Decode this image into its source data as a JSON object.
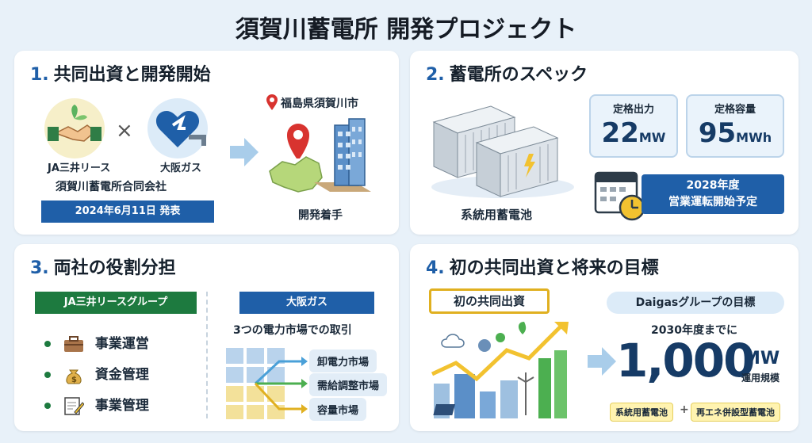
{
  "title": "須賀川蓄電所 開発プロジェクト",
  "section1": {
    "num": "1.",
    "title": "共同出資と開発開始",
    "partner_a": "JA三井リース",
    "partner_b": "大阪ガス",
    "times": "×",
    "company": "須賀川蓄電所合同会社",
    "announce": "2024年6月11日 発表",
    "location": "福島県須賀川市",
    "start": "開発着手"
  },
  "section2": {
    "num": "2.",
    "title": "蓄電所のスペック",
    "battery_label": "系統用蓄電池",
    "output_label": "定格出力",
    "output_value": "22",
    "output_unit": "MW",
    "capacity_label": "定格容量",
    "capacity_value": "95",
    "capacity_unit": "MWh",
    "schedule_line1": "2028年度",
    "schedule_line2": "営業運転開始予定"
  },
  "section3": {
    "num": "3.",
    "title": "両社の役割分担",
    "left_header": "JA三井リースグループ",
    "left_items": [
      "事業運営",
      "資金管理",
      "事業管理"
    ],
    "right_header": "大阪ガス",
    "right_sub": "3つの電力市場での取引",
    "markets": [
      "卸電力市場",
      "需給調整市場",
      "容量市場"
    ]
  },
  "section4": {
    "num": "4.",
    "title": "初の共同出資と将来の目標",
    "banner": "初の共同出資",
    "goal_header": "Daigasグループの目標",
    "goal_sub": "2030年度までに",
    "goal_value": "1,000",
    "goal_unit": "MW",
    "goal_note": "運用規模",
    "tag_a": "系統用蓄電池",
    "plus": "+",
    "tag_b": "再エネ併設型蓄電池"
  },
  "colors": {
    "accent": "#1f5fa8",
    "green": "#1d7a3f",
    "yellow": "#f2c230",
    "bg": "#e8f1f9"
  }
}
